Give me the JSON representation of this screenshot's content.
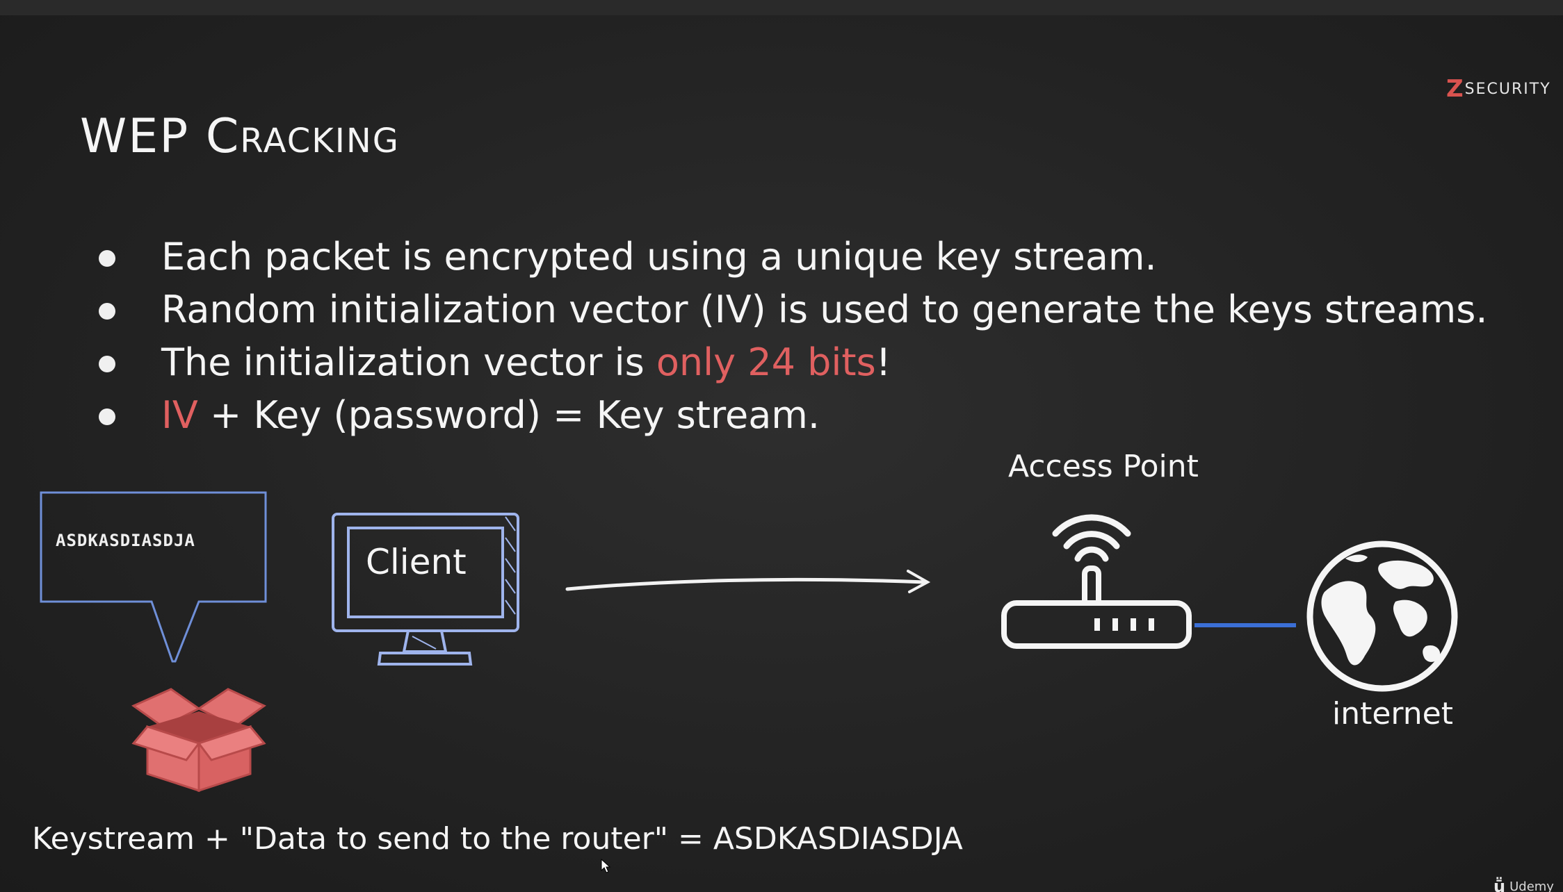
{
  "logo": {
    "mark": "Z",
    "text": "SECURITY"
  },
  "title": "WEP Cracking",
  "bullets": [
    {
      "pre": "Each packet is encrypted using a unique key stream.",
      "hl": "",
      "post": ""
    },
    {
      "pre": "Random initialization vector (IV) is used to generate the keys streams.",
      "hl": "",
      "post": ""
    },
    {
      "pre": "The initialization vector is ",
      "hl": "only 24 bits",
      "post": "!"
    },
    {
      "pre": "",
      "hl": "IV",
      "post": " + Key (password) = Key stream."
    }
  ],
  "diagram": {
    "speech_text": "ASDKASDIASDJA",
    "client_label": "Client",
    "ap_label": "Access Point",
    "internet_label": "internet"
  },
  "formula": "Keystream + \"Data to send to the router\" = ASDKASDIASDJA",
  "watermark": "Udemy",
  "colors": {
    "highlight": "#e06060",
    "link": "#3b6fd6",
    "speech_border": "#6f8fd8",
    "monitor": "#9fb4ec",
    "box": "#e07070"
  },
  "icons": [
    "wifi-router-icon",
    "globe-icon",
    "monitor-icon",
    "open-box-icon",
    "cursor-icon"
  ]
}
